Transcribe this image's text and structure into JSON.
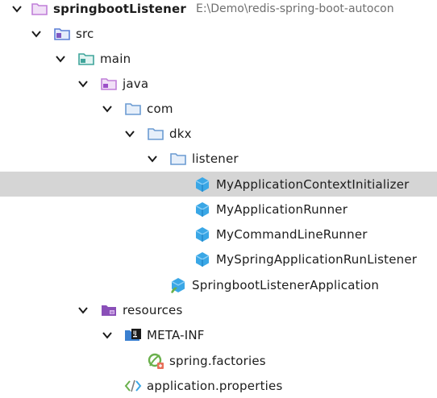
{
  "project": {
    "name": "springbootListener",
    "path": "E:\\Demo\\redis-spring-boot-autocon"
  },
  "tree": {
    "src": "src",
    "main": "main",
    "java": "java",
    "com": "com",
    "dkx": "dkx",
    "listener": "listener",
    "classes": [
      "MyApplicationContextInitializer",
      "MyApplicationRunner",
      "MyCommandLineRunner",
      "MySpringApplicationRunListener"
    ],
    "app_class": "SpringbootListenerApplication",
    "resources": "resources",
    "meta_inf": "META-INF",
    "factories": "spring.factories",
    "properties": "application.properties"
  },
  "colors": {
    "selection": "#d5d5d5",
    "folder": "#6b9bd2",
    "module_folder": "#c07ed8",
    "source_folder": "#5b7fd6",
    "test_folder": "#3fa59b",
    "class_icon": "#3aa7e6",
    "resources_folder": "#8a4fb8",
    "spring_green": "#6ab04c"
  }
}
